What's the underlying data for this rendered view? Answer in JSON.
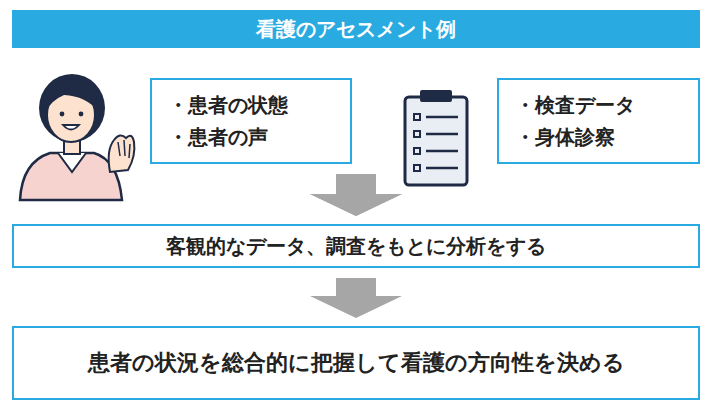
{
  "diagram": {
    "title": "看護のアセスメント例",
    "nodes": [
      {
        "text": [
          "・患者の状態",
          "・患者の声"
        ]
      },
      {
        "text": [
          "・検査データ",
          "・身体診察"
        ]
      },
      {
        "text": [
          "客観的なデータ、調査をもとに分析をする"
        ]
      },
      {
        "text": [
          "患者の状況を総合的に把握して看護の方向性を決める"
        ]
      }
    ],
    "edges": [
      {
        "from": 0,
        "to": 2,
        "arrow": "to"
      },
      {
        "from": 1,
        "to": 2,
        "arrow": "to"
      },
      {
        "from": 2,
        "to": 3,
        "arrow": "to"
      }
    ]
  }
}
